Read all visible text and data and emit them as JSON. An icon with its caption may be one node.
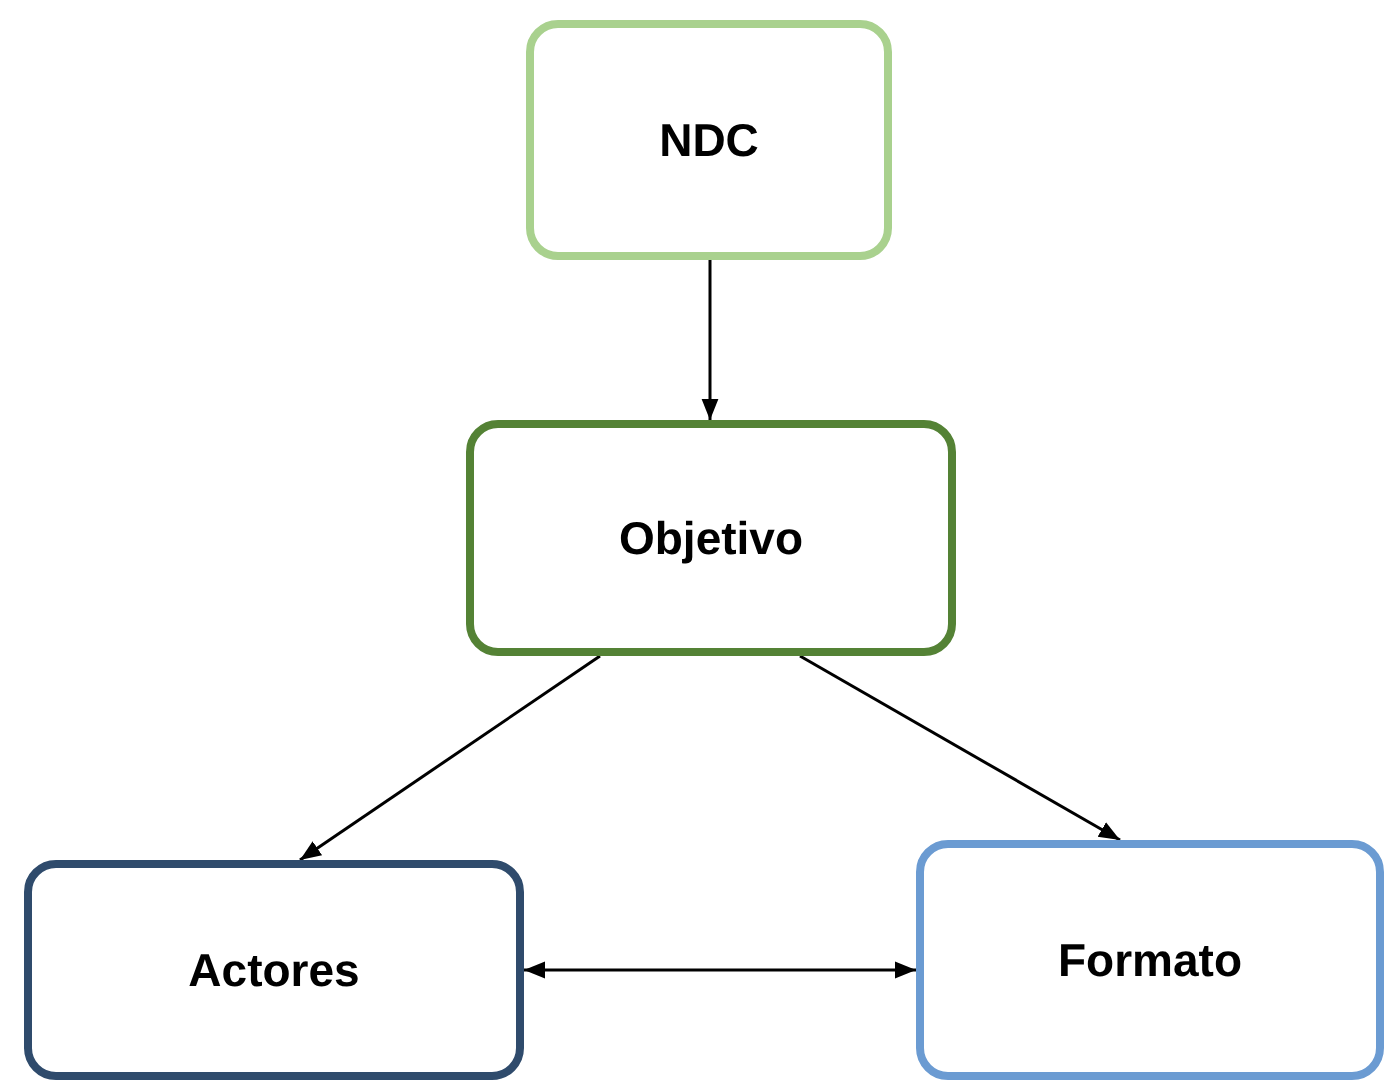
{
  "diagram": {
    "nodes": [
      {
        "text": [
          "NDC"
        ]
      },
      {
        "text": [
          "Objetivo"
        ]
      },
      {
        "text": [
          "Actores"
        ]
      },
      {
        "text": [
          "Formato"
        ]
      }
    ],
    "edges": [
      {
        "from": 0,
        "to": 1,
        "arrow": "to"
      },
      {
        "from": 1,
        "to": 2,
        "arrow": "to"
      },
      {
        "from": 1,
        "to": 3,
        "arrow": "to"
      },
      {
        "from": 2,
        "to": 3,
        "arrow": "both"
      }
    ]
  }
}
